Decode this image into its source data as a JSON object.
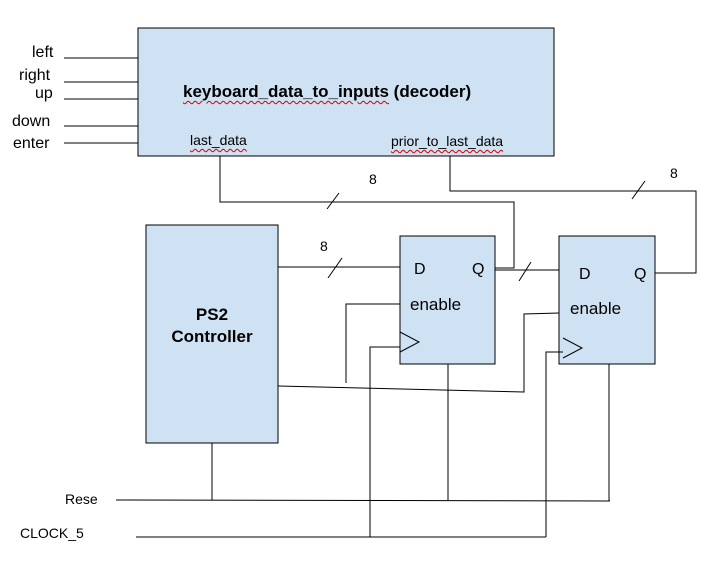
{
  "decoder": {
    "title_name": "keyboard_data_to_inputs",
    "title_suffix": " (decoder)",
    "outputs": [
      "left",
      "right",
      "up",
      "down",
      "enter"
    ],
    "last_data": "last_data",
    "prior_to_last_data": "prior_to_last_data"
  },
  "ps2": {
    "line1": "PS2",
    "line2": "Controller"
  },
  "flipflop1": {
    "d": "D",
    "q": "Q",
    "enable": "enable"
  },
  "flipflop2": {
    "d": "D",
    "q": "Q",
    "enable": "enable"
  },
  "bus_widths": {
    "ps2_to_ff1": "8",
    "last_data_bus": "8",
    "prior_bus": "8"
  },
  "signals": {
    "reset": "Rese",
    "clock": "CLOCK_5"
  },
  "colors": {
    "block_fill": "#cfe2f3",
    "stroke": "#000000",
    "misspell": "#d00000"
  }
}
